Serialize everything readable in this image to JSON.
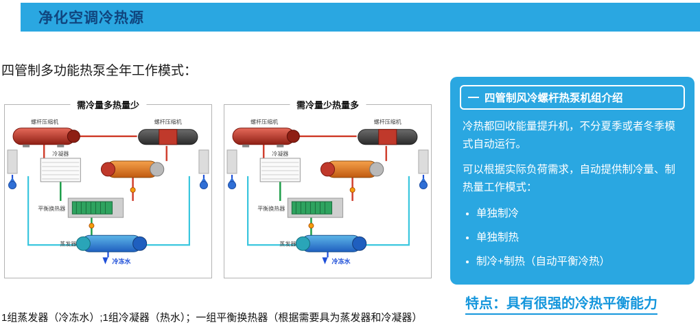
{
  "colors": {
    "header_bg": "#2aa7e1",
    "header_text": "#10457e",
    "panel_bg": "#2aa7e1",
    "feature_color": "#1496dc",
    "diagram_border": "#b3b3b3"
  },
  "header": {
    "title": "净化空调冷热源"
  },
  "subtitle": "四管制多功能热泵全年工作模式：",
  "diagrams": [
    {
      "title": "需冷量多热量少"
    },
    {
      "title": "需冷量少热量多"
    }
  ],
  "diagram_labels": {
    "compressor_left": "螺杆压缩机",
    "compressor_right": "螺杆压缩机",
    "condenser": "冷凝器",
    "balance_exchanger": "平衡换热器",
    "evaporator": "蒸发器",
    "chilled_water": "冷冻水"
  },
  "info_panel": {
    "title": "四管制风冷螺杆热泵机组介绍",
    "paragraphs": [
      "冷热都回收能量提升机，不分夏季或者冬季模式自动运行。",
      "可以根据实际负荷需求，自动提供制冷量、制热量工作模式："
    ],
    "bullets": [
      "单独制冷",
      "单独制热",
      "制冷+制热（自动平衡冷热）"
    ]
  },
  "feature": "特点：具有很强的冷热平衡能力",
  "footnote": "1组蒸发器（冷冻水）;1组冷凝器（热水）；一组平衡换热器（根据需要具为蒸发器和冷凝器）"
}
